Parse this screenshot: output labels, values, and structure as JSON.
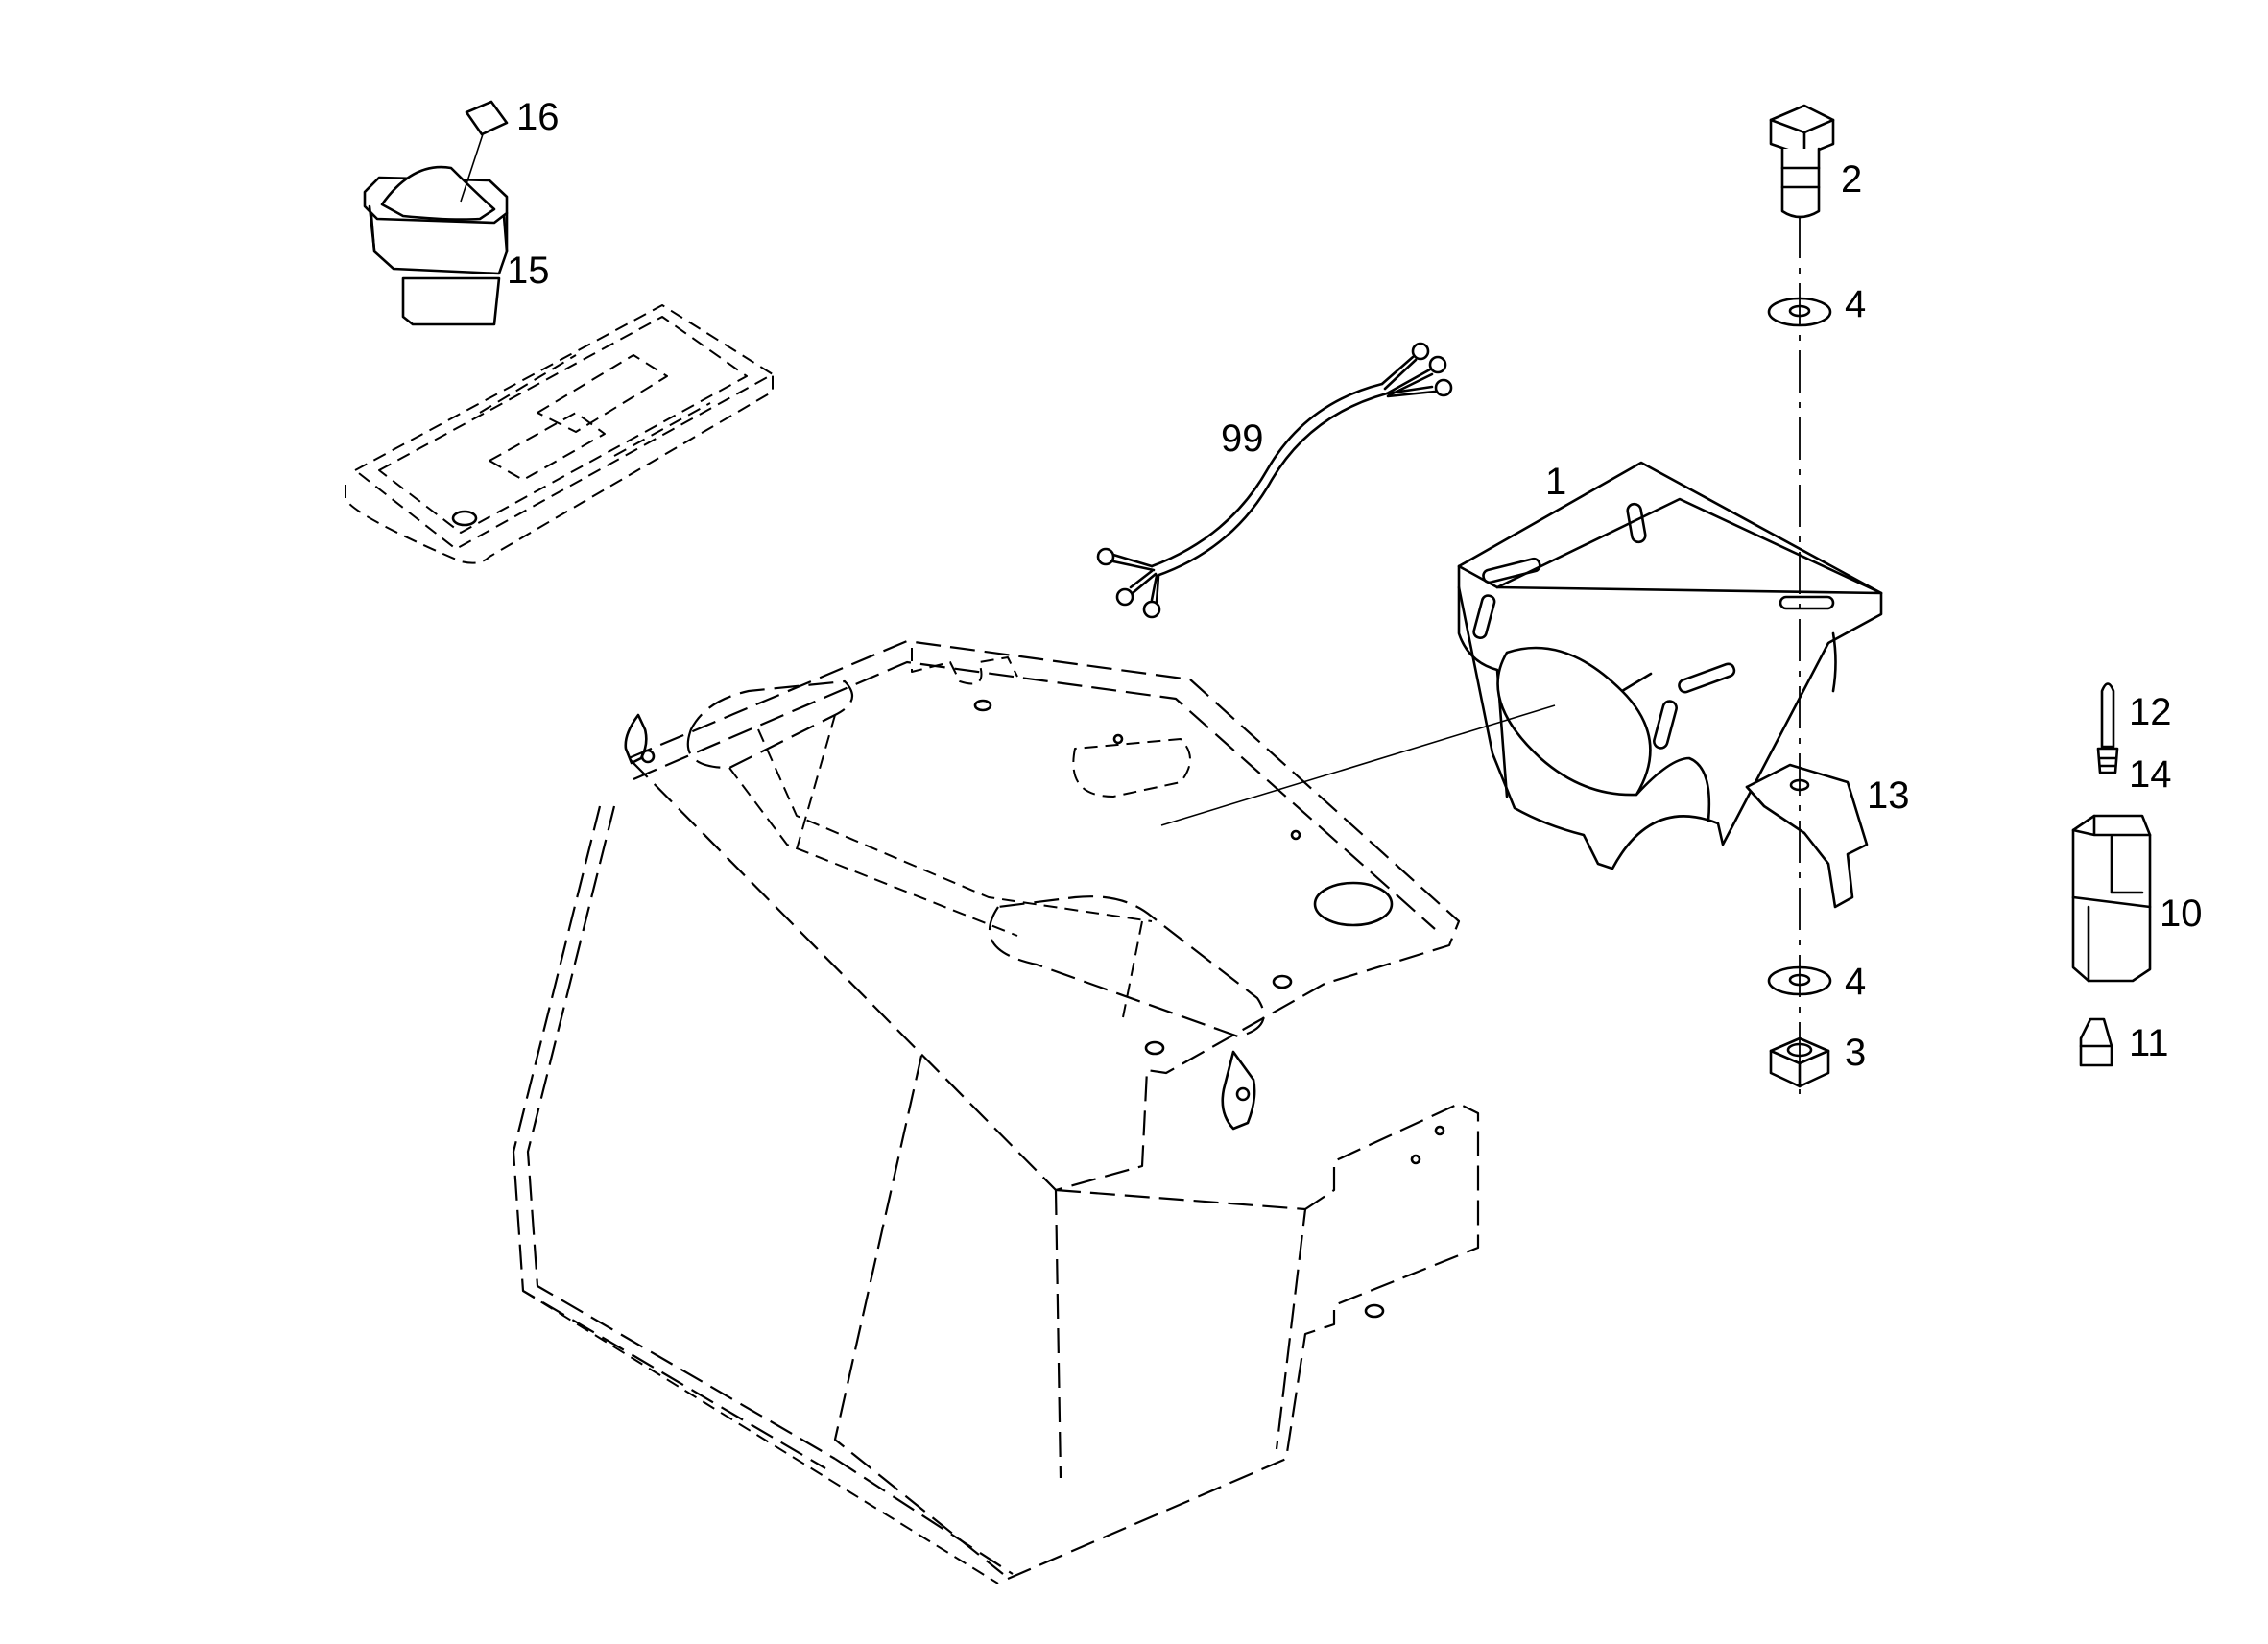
{
  "callouts": {
    "p1": "1",
    "p2": "2",
    "p3": "3",
    "p4_upper": "4",
    "p4_lower": "4",
    "p10": "10",
    "p11": "11",
    "p12": "12",
    "p13": "13",
    "p14": "14",
    "p15": "15",
    "p16": "16",
    "p99": "99"
  }
}
